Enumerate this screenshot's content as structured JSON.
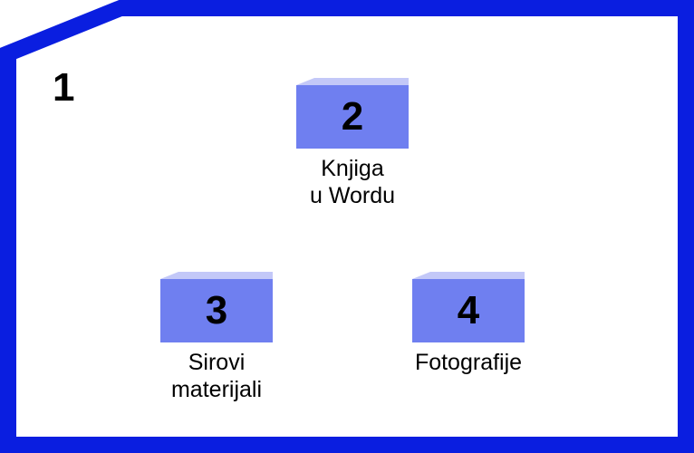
{
  "colors": {
    "frame": "#0a1ee0",
    "folder_body": "#6f7ff0",
    "folder_tab": "#c3c8f8"
  },
  "root": {
    "number": "1"
  },
  "nodes": [
    {
      "number": "2",
      "label": "Knjiga\nu Wordu"
    },
    {
      "number": "3",
      "label": "Sirovi\nmaterijali"
    },
    {
      "number": "4",
      "label": "Fotografije"
    }
  ]
}
